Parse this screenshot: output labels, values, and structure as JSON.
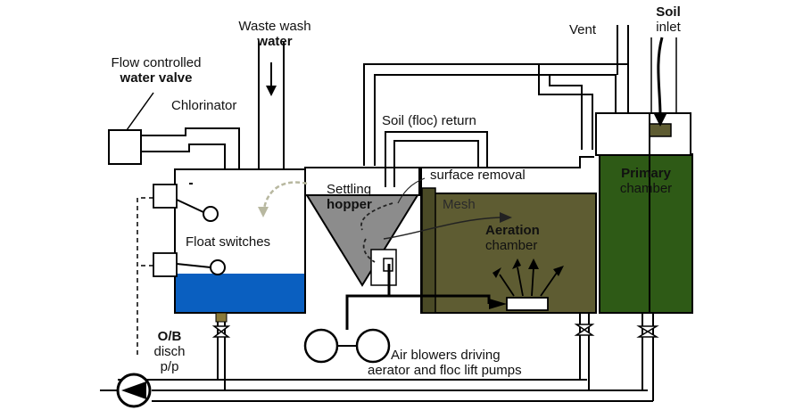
{
  "labels": {
    "waste_wash_line1": "Waste wash",
    "waste_wash_line2": "water",
    "flow_valve_line1": "Flow controlled",
    "flow_valve_line2": "water valve",
    "chlorinator": "Chlorinator",
    "soil_floc_return": "Soil (floc) return",
    "vent": "Vent",
    "soil_inlet_line1": "Soil",
    "soil_inlet_line2": "inlet",
    "surface_removal": "surface removal",
    "settling_line1": "Settling",
    "settling_line2": "hopper",
    "mesh": "Mesh",
    "aeration_line1": "Aeration",
    "aeration_line2": "chamber",
    "primary_line1": "Primary",
    "primary_line2": "chamber",
    "float_switches": "Float switches",
    "ob_line1": "O/B",
    "ob_line2": "disch",
    "ob_line3": "p/p",
    "blowers_line1": "Air blowers driving",
    "blowers_line2": "aerator and floc lift pumps"
  },
  "colors": {
    "water": "#0a5fc0",
    "aeration_fill": "#5e5c32",
    "primary_fill": "#2e5a16",
    "hopper_fill": "#8c8c8c",
    "outline": "#000000"
  }
}
